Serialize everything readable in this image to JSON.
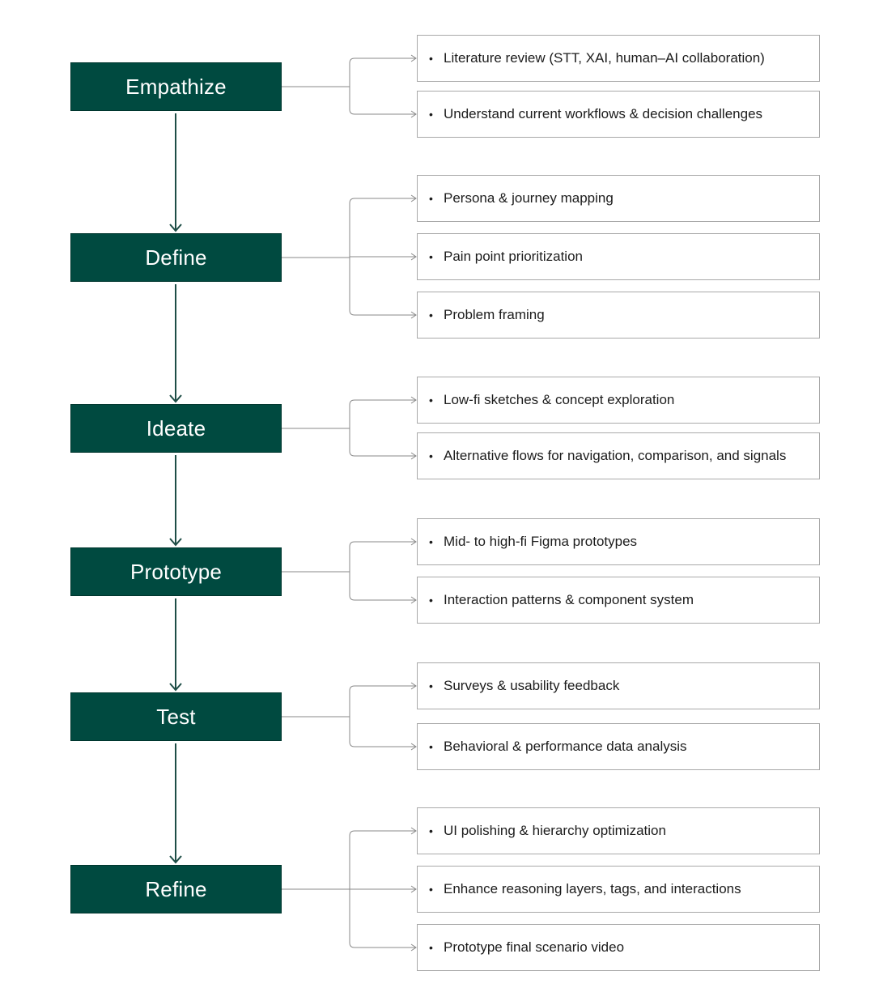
{
  "colors": {
    "stage_fill": "#004a40",
    "flow_arrow": "#1e4d46",
    "branch_line": "#8a8a8a",
    "item_border": "#a9a9a9"
  },
  "bullet_symbol": "•",
  "stages": [
    {
      "label": "Empathize",
      "items": [
        "Literature review (STT, XAI, human–AI collaboration)",
        "Understand current workflows & decision challenges"
      ]
    },
    {
      "label": "Define",
      "items": [
        "Persona & journey mapping",
        "Pain point prioritization",
        "Problem framing"
      ]
    },
    {
      "label": "Ideate",
      "items": [
        "Low-fi sketches & concept exploration",
        "Alternative flows for navigation, comparison, and signals"
      ]
    },
    {
      "label": "Prototype",
      "items": [
        "Mid- to high-fi Figma prototypes",
        "Interaction patterns & component system"
      ]
    },
    {
      "label": "Test",
      "items": [
        "Surveys & usability feedback",
        "Behavioral & performance data analysis"
      ]
    },
    {
      "label": "Refine",
      "items": [
        "UI polishing & hierarchy optimization",
        "Enhance reasoning layers, tags, and interactions",
        "Prototype final scenario video"
      ]
    }
  ]
}
